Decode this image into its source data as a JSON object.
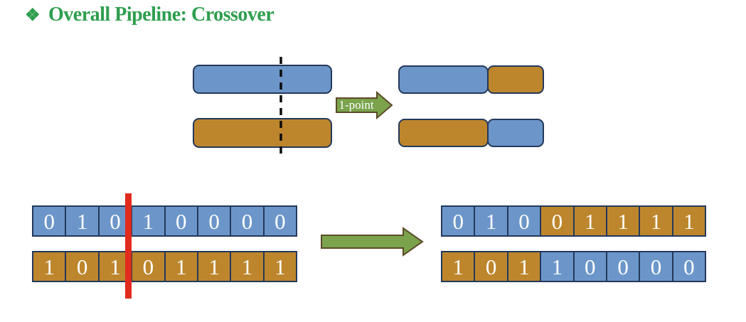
{
  "title": {
    "bullet": "❖",
    "text": "Overall Pipeline: Crossover"
  },
  "colors": {
    "title_green": "#2E9E4E",
    "blue": "#6C96C9",
    "orange": "#BD862C",
    "shape_border": "#24395B",
    "arrow_green": "#7AA34C",
    "arrow_border": "#5C4A27",
    "red": "#E02B1D",
    "dash": "#0B0B0B",
    "digit": "#FFFFFF"
  },
  "top_diagram": {
    "arrow_label": "1-point",
    "parent1": {
      "color": "blue"
    },
    "parent2": {
      "color": "orange"
    },
    "offspring1": {
      "left": "blue",
      "right": "orange"
    },
    "offspring2": {
      "left": "orange",
      "right": "blue"
    }
  },
  "bottom_diagram": {
    "crossover_point": 3,
    "parent1": {
      "color": "blue",
      "bits": [
        "0",
        "1",
        "0",
        "1",
        "0",
        "0",
        "0",
        "0"
      ]
    },
    "parent2": {
      "color": "orange",
      "bits": [
        "1",
        "0",
        "1",
        "0",
        "1",
        "1",
        "1",
        "1"
      ]
    },
    "offspring1": {
      "bits": [
        "0",
        "1",
        "0",
        "0",
        "1",
        "1",
        "1",
        "1"
      ],
      "cell_colors": [
        "blue",
        "blue",
        "blue",
        "orange",
        "orange",
        "orange",
        "orange",
        "orange"
      ]
    },
    "offspring2": {
      "bits": [
        "1",
        "0",
        "1",
        "1",
        "0",
        "0",
        "0",
        "0"
      ],
      "cell_colors": [
        "orange",
        "orange",
        "orange",
        "blue",
        "blue",
        "blue",
        "blue",
        "blue"
      ]
    }
  }
}
